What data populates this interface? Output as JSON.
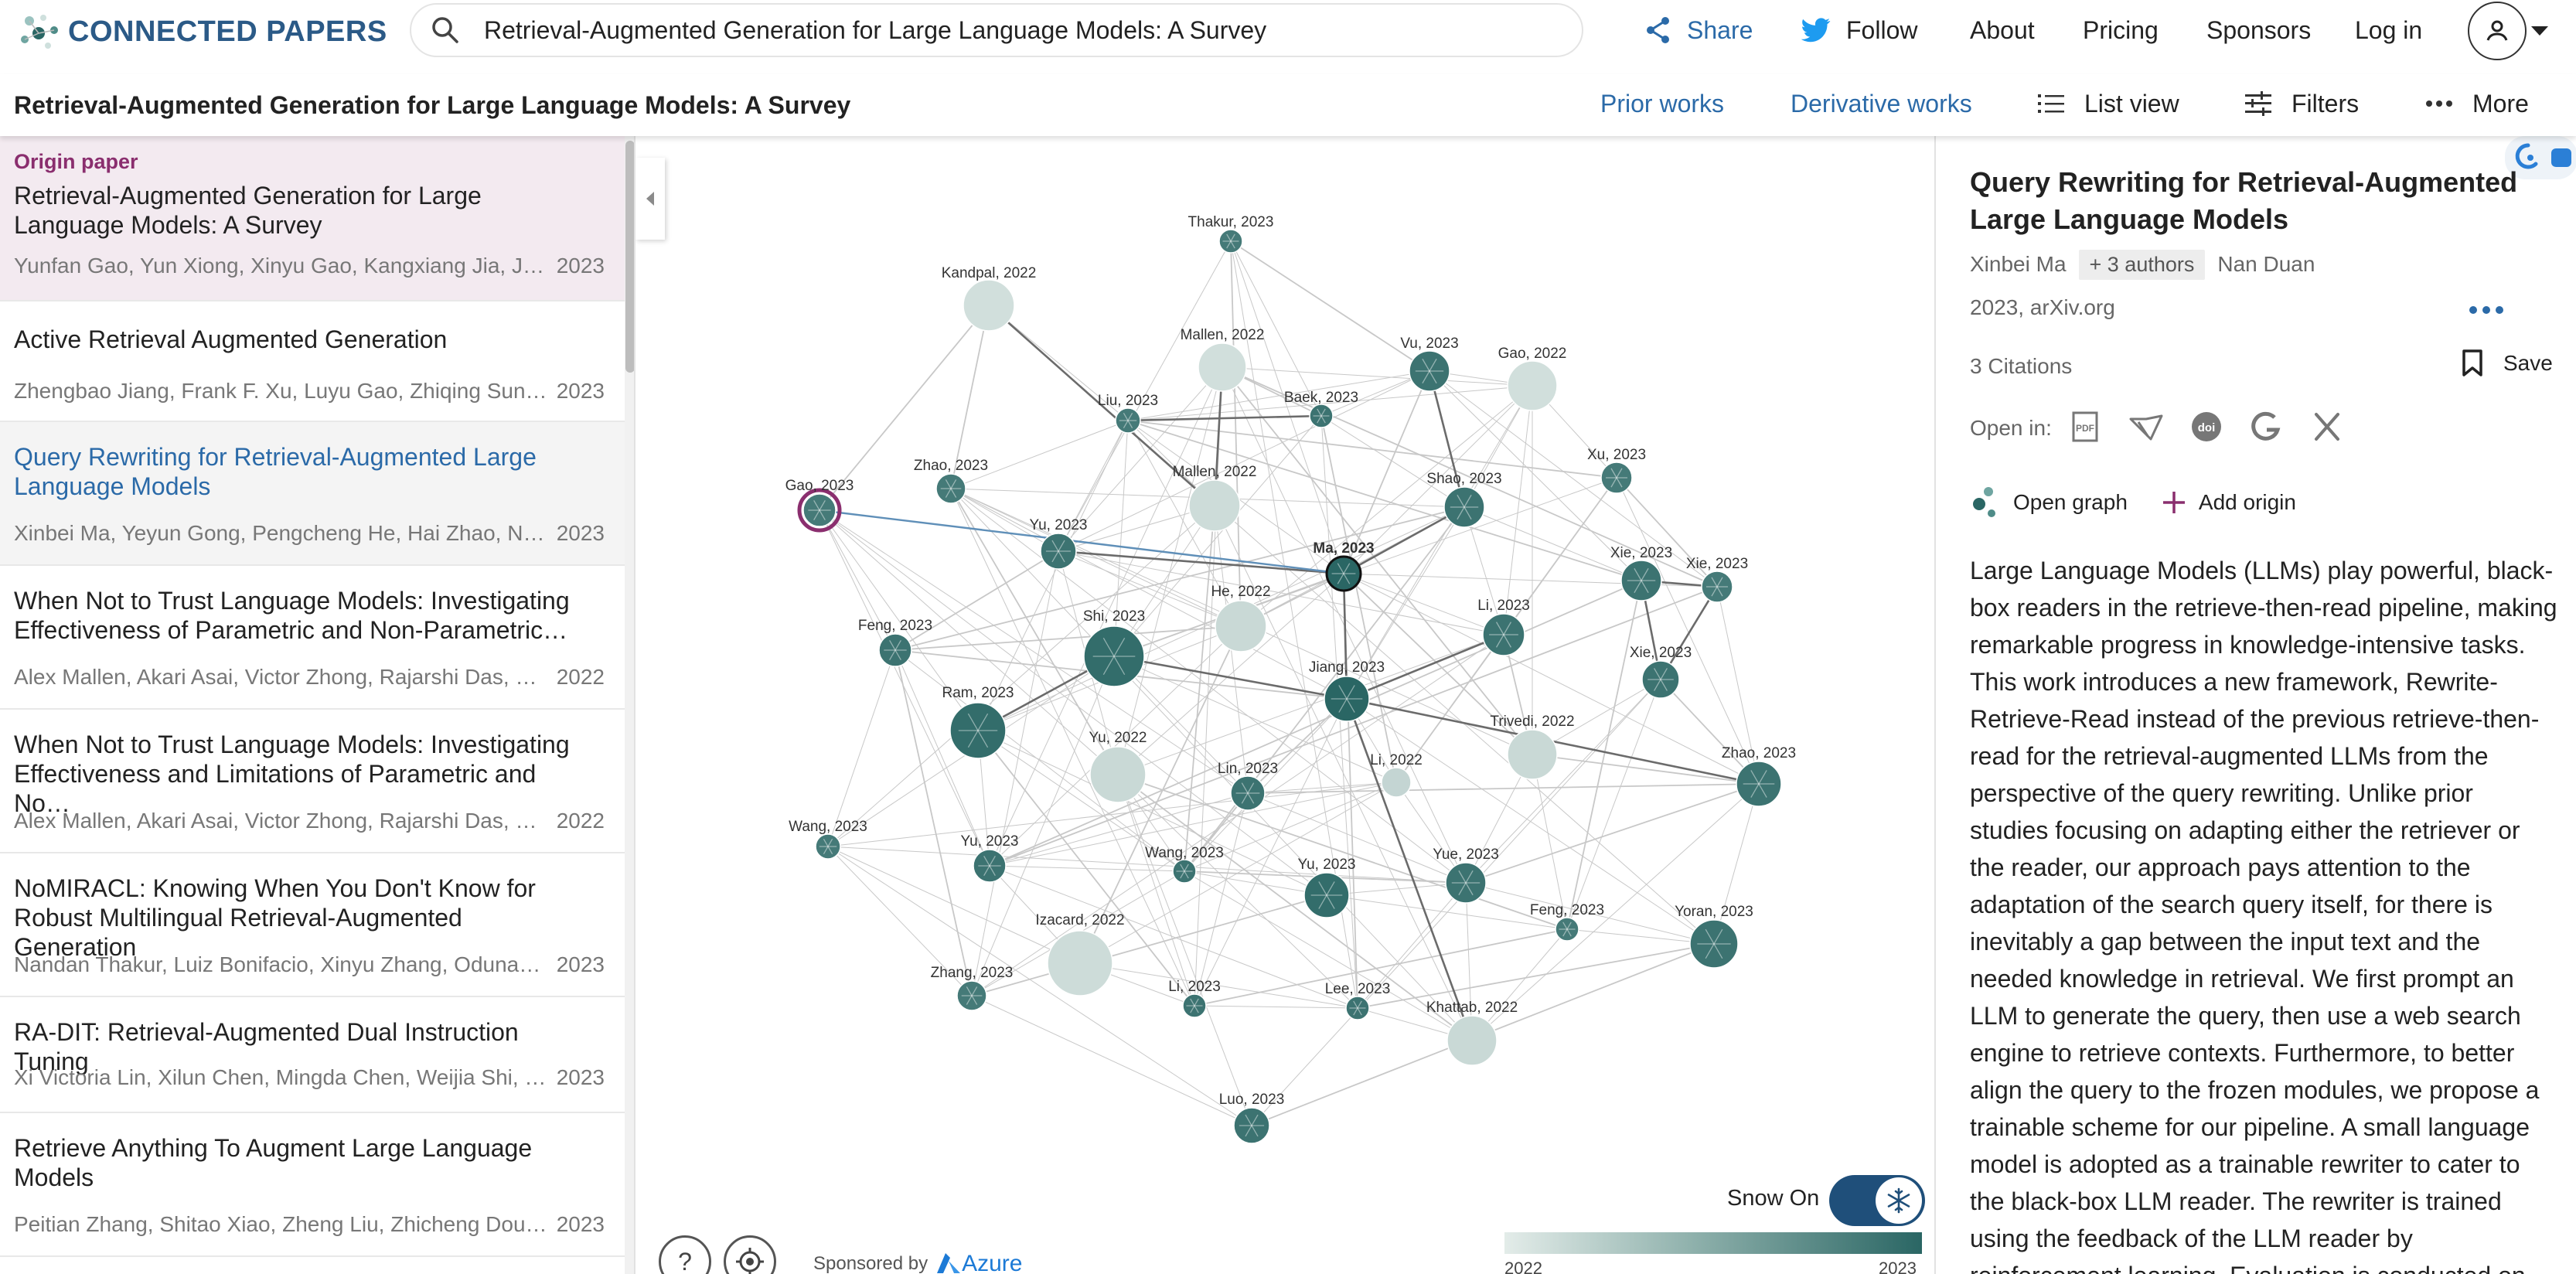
{
  "header": {
    "logo_text": "CONNECTED PAPERS",
    "search_value": "Retrieval-Augmented Generation for Large Language Models: A Survey",
    "share_label": "Share",
    "follow_label": "Follow",
    "about_label": "About",
    "pricing_label": "Pricing",
    "sponsors_label": "Sponsors",
    "login_label": "Log in",
    "accent_color": "#2b6aa8"
  },
  "subbar": {
    "title": "Retrieval-Augmented Generation for Large Language Models: A Survey",
    "prior_works": "Prior works",
    "derivative_works": "Derivative works",
    "list_view": "List view",
    "filters": "Filters",
    "more": "More"
  },
  "list": {
    "origin_label": "Origin paper",
    "items": [
      {
        "title": "Retrieval-Augmented Generation for Large Language Models: A Survey",
        "authors": "Yunfan Gao, Yun Xiong, Xinyu Gao, Kangxiang Jia, Jinliu Pan",
        "year": "2023"
      },
      {
        "title": "Active Retrieval Augmented Generation",
        "authors": "Zhengbao Jiang, Frank F. Xu, Luyu Gao, Zhiqing Sun, Qian Liu",
        "year": "2023"
      },
      {
        "title": "Query Rewriting for Retrieval-Augmented Large Language Models",
        "authors": "Xinbei Ma, Yeyun Gong, Pengcheng He, Hai Zhao, Nan Duan",
        "year": "2023"
      },
      {
        "title": "When Not to Trust Language Models: Investigating Effectiveness of Parametric and Non-Parametric…",
        "authors": "Alex Mallen, Akari Asai, Victor Zhong, Rajarshi Das, Daniel Khashabi",
        "year": "2022"
      },
      {
        "title": "When Not to Trust Language Models: Investigating Effectiveness and Limitations of Parametric and No…",
        "authors": "Alex Mallen, Akari Asai, Victor Zhong, Rajarshi Das, Hannaneh Hajishirzi",
        "year": "2022"
      },
      {
        "title": "NoMIRACL: Knowing When You Don't Know for Robust Multilingual Retrieval-Augmented Generation",
        "authors": "Nandan Thakur, Luiz Bonifacio, Xinyu Zhang, Odunayo Ogundepo",
        "year": "2023"
      },
      {
        "title": "RA-DIT: Retrieval-Augmented Dual Instruction Tuning",
        "authors": "Xi Victoria Lin, Xilun Chen, Mingda Chen, Weijia Shi, Maria Lomeli",
        "year": "2023"
      },
      {
        "title": "Retrieve Anything To Augment Large Language Models",
        "authors": "Peitian Zhang, Shitao Xiao, Zheng Liu, Zhicheng Dou, Jian-Yun Nie",
        "year": "2023"
      }
    ]
  },
  "graph": {
    "nodes": [
      {
        "label": "Thakur, 2023"
      },
      {
        "label": "Kandpal, 2022"
      },
      {
        "label": "Mallen, 2022"
      },
      {
        "label": "Vu, 2023"
      },
      {
        "label": "Gao, 2022"
      },
      {
        "label": "Liu, 2023"
      },
      {
        "label": "Baek, 2023"
      },
      {
        "label": "Zhao, 2023"
      },
      {
        "label": "Xu, 2023"
      },
      {
        "label": "Gao, 2023"
      },
      {
        "label": "Mallen, 2022"
      },
      {
        "label": "Shao, 2023"
      },
      {
        "label": "Yu, 2023"
      },
      {
        "label": "Ma, 2023"
      },
      {
        "label": "Xie, 2023"
      },
      {
        "label": "Xie, 2023"
      },
      {
        "label": "Feng, 2023"
      },
      {
        "label": "He, 2022"
      },
      {
        "label": "Shi, 2023"
      },
      {
        "label": "Li, 2023"
      },
      {
        "label": "Xie, 2023"
      },
      {
        "label": "Jiang, 2023"
      },
      {
        "label": "Ram, 2023"
      },
      {
        "label": "Trivedi, 2022"
      },
      {
        "label": "Yu, 2022"
      },
      {
        "label": "Li, 2022"
      },
      {
        "label": "Lin, 2023"
      },
      {
        "label": "Zhao, 2023"
      },
      {
        "label": "Wang, 2023"
      },
      {
        "label": "Yu, 2023"
      },
      {
        "label": "Wang, 2023"
      },
      {
        "label": "Yue, 2023"
      },
      {
        "label": "Yu, 2023"
      },
      {
        "label": "Feng, 2023"
      },
      {
        "label": "Yoran, 2023"
      },
      {
        "label": "Izacard, 2022"
      },
      {
        "label": "Zhang, 2023"
      },
      {
        "label": "Li, 2023"
      },
      {
        "label": "Lee, 2023"
      },
      {
        "label": "Khattab, 2022"
      },
      {
        "label": "Luo, 2023"
      }
    ],
    "snow_label": "Snow On",
    "help_label": "?",
    "sponsored_by": "Sponsored by",
    "sponsor_name": "Azure",
    "legend_start": "2022",
    "legend_end": "2023",
    "node_color_recent": "#2a6664",
    "node_color_old": "#dfe9e6",
    "highlight_color": "#8a2e6e"
  },
  "detail": {
    "title": "Query Rewriting for Retrieval-Augmented Large Language Models",
    "first_author": "Xinbei Ma",
    "more_authors": "+ 3 authors",
    "last_author": "Nan Duan",
    "meta": "2023, arXiv.org",
    "citations": "3 Citations",
    "save_label": "Save",
    "open_in_label": "Open in:",
    "open_graph_label": "Open graph",
    "add_origin_label": "Add origin",
    "abstract": "Large Language Models (LLMs) play powerful, black-box readers in the retrieve-then-read pipeline, making remarkable progress in knowledge-intensive tasks. This work introduces a new framework, Rewrite-Retrieve-Read instead of the previous retrieve-then-read for the retrieval-augmented LLMs from the perspective of the query rewriting. Unlike prior studies focusing on adapting either the retriever or the reader, our approach pays attention to the adaptation of the search query itself, for there is inevitably a gap between the input text and the needed knowledge in retrieval. We first prompt an LLM to generate the query, then use a web search engine to retrieve contexts. Furthermore, to better align the query to the frozen modules, we propose a trainable scheme for our pipeline. A small language model is adopted as a trainable rewriter to cater to the black-box LLM reader. The rewriter is trained using the feedback of the LLM reader by reinforcement learning. Evaluation is conducted on downstream tasks, open-domain QA"
  }
}
